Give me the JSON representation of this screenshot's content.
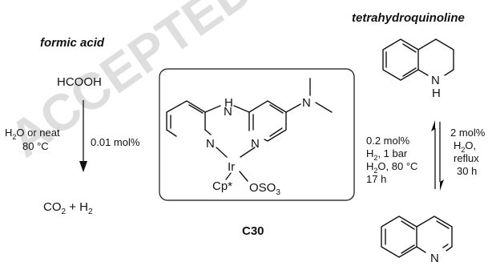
{
  "watermark": "ACCEPTED",
  "left": {
    "title": "formic acid",
    "reactant": "HCOOH",
    "conditions_left": [
      "H",
      "2",
      "O or neat",
      "80 °C"
    ],
    "conditions_right": "0.01 mol%",
    "product": [
      "CO",
      "2",
      " + H",
      "2"
    ]
  },
  "catalyst": {
    "label": "C30",
    "atoms": {
      "nh": "H",
      "n_bridge": "N",
      "n_left": "N",
      "n_right": "N",
      "n_me2": "N",
      "ir": "Ir",
      "cp": "Cp*",
      "oso3": [
        "OSO",
        "3"
      ]
    }
  },
  "right": {
    "title": "tetrahydroquinoline",
    "thq_atoms": {
      "n": "N",
      "h": "H"
    },
    "quinoline_atoms": {
      "n": "N"
    },
    "conditions_left": [
      "0.2 mol%",
      "H",
      "2",
      ", 1 bar",
      "H",
      "2",
      "O, 80 °C",
      "17 h"
    ],
    "conditions_right": [
      "2 mol%",
      "H",
      "2",
      "O,",
      "reflux",
      "30 h"
    ]
  }
}
